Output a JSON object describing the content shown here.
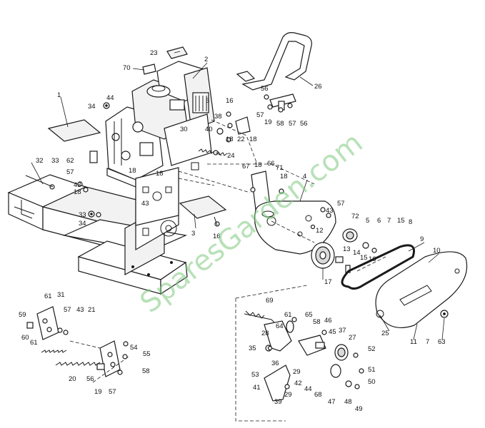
{
  "watermark": "SparesGarden.com",
  "labels": [
    {
      "id": "1",
      "t": "1"
    },
    {
      "id": "2",
      "t": "2"
    },
    {
      "id": "3",
      "t": "3"
    },
    {
      "id": "4",
      "t": "4"
    },
    {
      "id": "5",
      "t": "5"
    },
    {
      "id": "6a",
      "t": "6"
    },
    {
      "id": "6b",
      "t": "6"
    },
    {
      "id": "7a",
      "t": "7"
    },
    {
      "id": "7b",
      "t": "7"
    },
    {
      "id": "8",
      "t": "8"
    },
    {
      "id": "9",
      "t": "9"
    },
    {
      "id": "10",
      "t": "10"
    },
    {
      "id": "11",
      "t": "11"
    },
    {
      "id": "12",
      "t": "12"
    },
    {
      "id": "13",
      "t": "13"
    },
    {
      "id": "14",
      "t": "14"
    },
    {
      "id": "15a",
      "t": "15"
    },
    {
      "id": "15b",
      "t": "15"
    },
    {
      "id": "16a",
      "t": "16"
    },
    {
      "id": "16b",
      "t": "16"
    },
    {
      "id": "16c",
      "t": "16"
    },
    {
      "id": "17",
      "t": "17"
    },
    {
      "id": "18a",
      "t": "18"
    },
    {
      "id": "18b",
      "t": "18"
    },
    {
      "id": "18c",
      "t": "18"
    },
    {
      "id": "18d",
      "t": "18"
    },
    {
      "id": "18e",
      "t": "18"
    },
    {
      "id": "18f",
      "t": "18"
    },
    {
      "id": "18g",
      "t": "18"
    },
    {
      "id": "19a",
      "t": "19"
    },
    {
      "id": "19b",
      "t": "19"
    },
    {
      "id": "20",
      "t": "20"
    },
    {
      "id": "21",
      "t": "21"
    },
    {
      "id": "22",
      "t": "22"
    },
    {
      "id": "23",
      "t": "23"
    },
    {
      "id": "24",
      "t": "24"
    },
    {
      "id": "25",
      "t": "25"
    },
    {
      "id": "26",
      "t": "26"
    },
    {
      "id": "27",
      "t": "27"
    },
    {
      "id": "28",
      "t": "28"
    },
    {
      "id": "29a",
      "t": "29"
    },
    {
      "id": "29b",
      "t": "29"
    },
    {
      "id": "30",
      "t": "30"
    },
    {
      "id": "31",
      "t": "31"
    },
    {
      "id": "32",
      "t": "32"
    },
    {
      "id": "33a",
      "t": "33"
    },
    {
      "id": "33b",
      "t": "33"
    },
    {
      "id": "34a",
      "t": "34"
    },
    {
      "id": "34b",
      "t": "34"
    },
    {
      "id": "35",
      "t": "35"
    },
    {
      "id": "36",
      "t": "36"
    },
    {
      "id": "37",
      "t": "37"
    },
    {
      "id": "38",
      "t": "38"
    },
    {
      "id": "39",
      "t": "39"
    },
    {
      "id": "40",
      "t": "40"
    },
    {
      "id": "41",
      "t": "41"
    },
    {
      "id": "42",
      "t": "42"
    },
    {
      "id": "43a",
      "t": "43"
    },
    {
      "id": "43b",
      "t": "43"
    },
    {
      "id": "43c",
      "t": "43"
    },
    {
      "id": "43d",
      "t": "43"
    },
    {
      "id": "44a",
      "t": "44"
    },
    {
      "id": "44b",
      "t": "44"
    },
    {
      "id": "45",
      "t": "45"
    },
    {
      "id": "46",
      "t": "46"
    },
    {
      "id": "47",
      "t": "47"
    },
    {
      "id": "48",
      "t": "48"
    },
    {
      "id": "49",
      "t": "49"
    },
    {
      "id": "50",
      "t": "50"
    },
    {
      "id": "51",
      "t": "51"
    },
    {
      "id": "52",
      "t": "52"
    },
    {
      "id": "53",
      "t": "53"
    },
    {
      "id": "54",
      "t": "54"
    },
    {
      "id": "55",
      "t": "55"
    },
    {
      "id": "56a",
      "t": "56"
    },
    {
      "id": "56b",
      "t": "56"
    },
    {
      "id": "56c",
      "t": "56"
    },
    {
      "id": "57a",
      "t": "57"
    },
    {
      "id": "57b",
      "t": "57"
    },
    {
      "id": "57c",
      "t": "57"
    },
    {
      "id": "57d",
      "t": "57"
    },
    {
      "id": "57e",
      "t": "57"
    },
    {
      "id": "57f",
      "t": "57"
    },
    {
      "id": "58a",
      "t": "58"
    },
    {
      "id": "58b",
      "t": "58"
    },
    {
      "id": "58c",
      "t": "58"
    },
    {
      "id": "59",
      "t": "59"
    },
    {
      "id": "60",
      "t": "60"
    },
    {
      "id": "61a",
      "t": "61"
    },
    {
      "id": "61b",
      "t": "61"
    },
    {
      "id": "61c",
      "t": "61"
    },
    {
      "id": "62",
      "t": "62"
    },
    {
      "id": "63",
      "t": "63"
    },
    {
      "id": "64",
      "t": "64"
    },
    {
      "id": "65",
      "t": "65"
    },
    {
      "id": "66",
      "t": "66"
    },
    {
      "id": "67",
      "t": "67"
    },
    {
      "id": "68",
      "t": "68"
    },
    {
      "id": "69",
      "t": "69"
    },
    {
      "id": "70",
      "t": "70"
    },
    {
      "id": "71",
      "t": "71"
    },
    {
      "id": "72",
      "t": "72"
    }
  ]
}
